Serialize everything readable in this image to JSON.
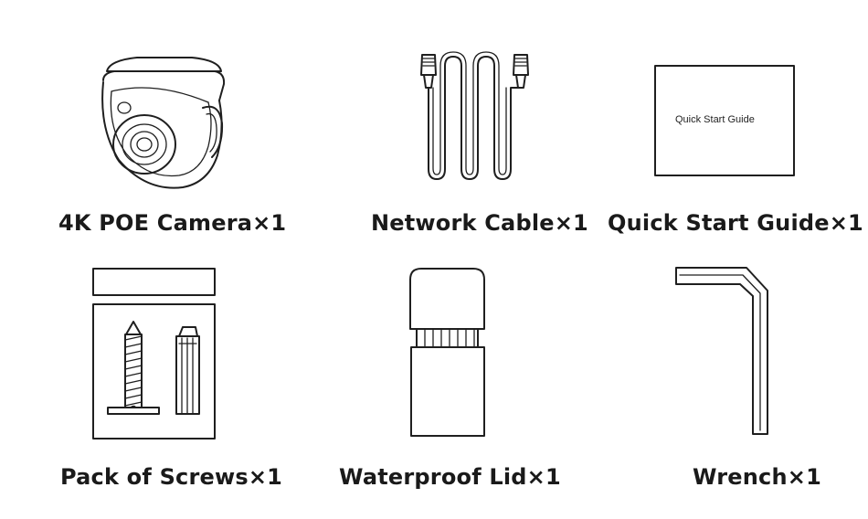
{
  "items": [
    {
      "icon": "dome-camera-icon",
      "label": "4K POE Camera×1"
    },
    {
      "icon": "network-cable-icon",
      "label": "Network Cable×1"
    },
    {
      "icon": "quick-start-guide-icon",
      "label": "Quick Start Guide×1",
      "cover_text": "Quick Start Guide"
    },
    {
      "icon": "screws-pack-icon",
      "label": "Pack of Screws×1"
    },
    {
      "icon": "waterproof-lid-icon",
      "label": "Waterproof Lid×1"
    },
    {
      "icon": "wrench-icon",
      "label": "Wrench×1"
    }
  ]
}
